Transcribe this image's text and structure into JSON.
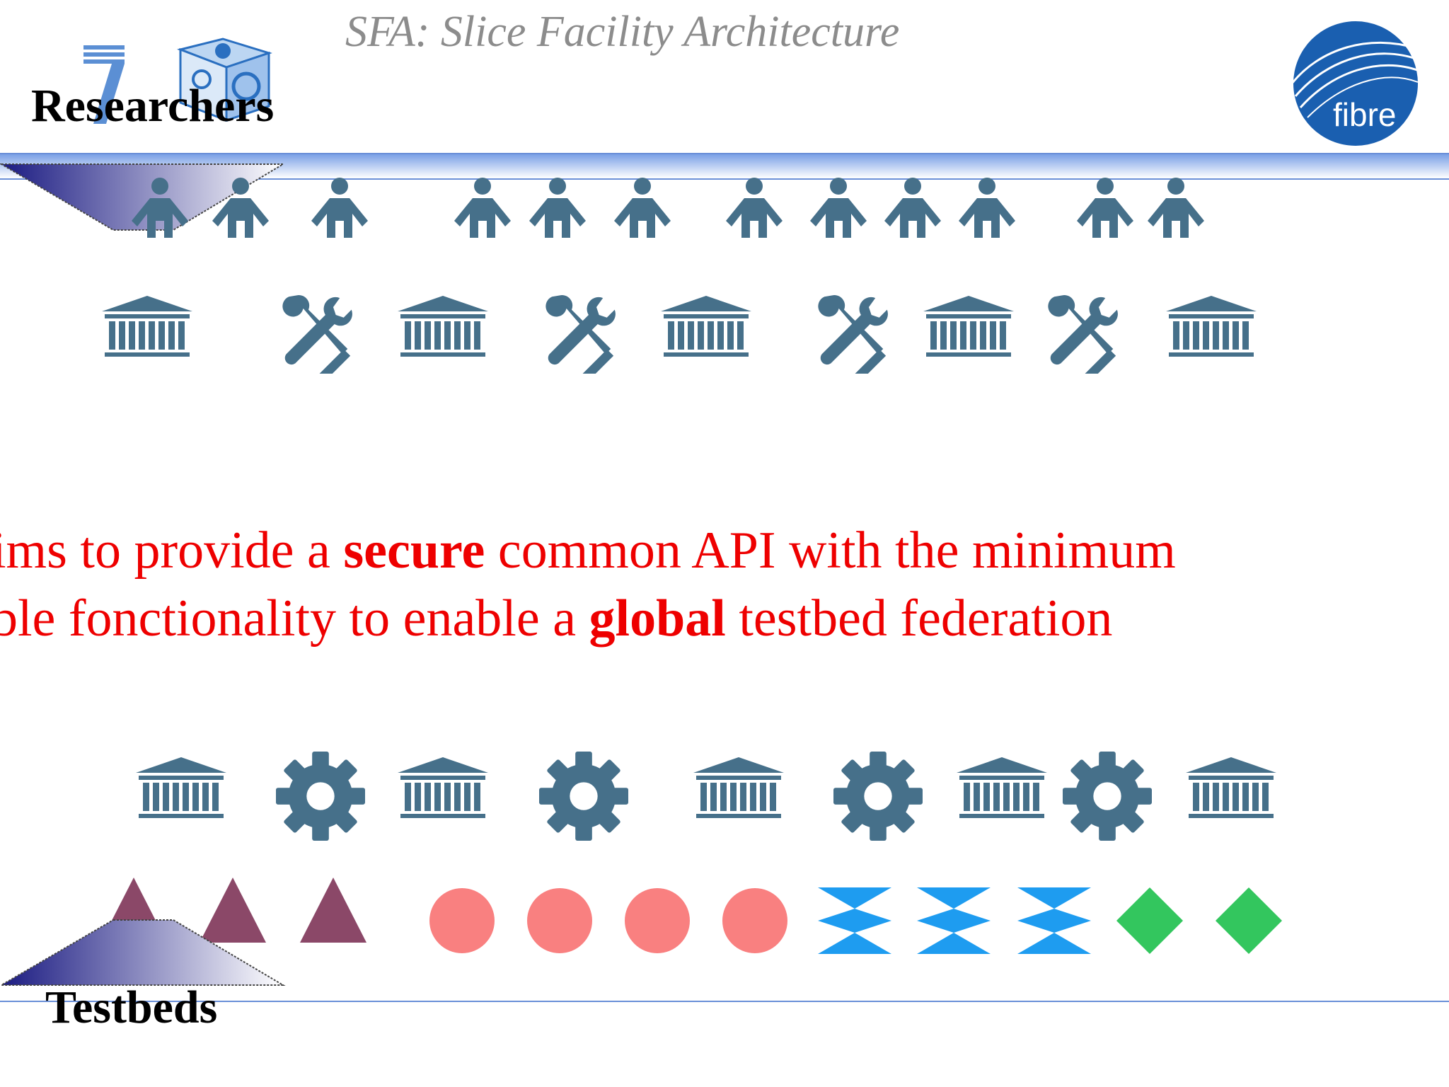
{
  "slide": {
    "title": "SFA: Slice Facility Architecture",
    "researchers_label": "Researchers",
    "testbeds_label": "Testbeds",
    "logo_text": "fibre"
  },
  "statement": {
    "line1_pre": "ims to provide a ",
    "line1_bold": "secure",
    "line1_post": " common API with the minimum",
    "line2_pre": "ble fonctionality to enable a ",
    "line2_bold": "global",
    "line2_post": " testbed federation"
  },
  "colors": {
    "icon": "#46708a",
    "statement": "#ee0000",
    "title": "#8c8c8c",
    "triangle": "#8b4868",
    "circle": "#f98080",
    "hourglass": "#1e9cf0",
    "diamond": "#33c65e",
    "bar": "#7aa0e6"
  },
  "icons": {
    "person": "person-icon",
    "institution": "institution-icon",
    "tools": "tools-icon",
    "gear": "gear-icon",
    "triangle": "triangle-shape",
    "circle": "circle-shape",
    "hourglass": "hourglass-shape",
    "diamond": "diamond-shape"
  }
}
